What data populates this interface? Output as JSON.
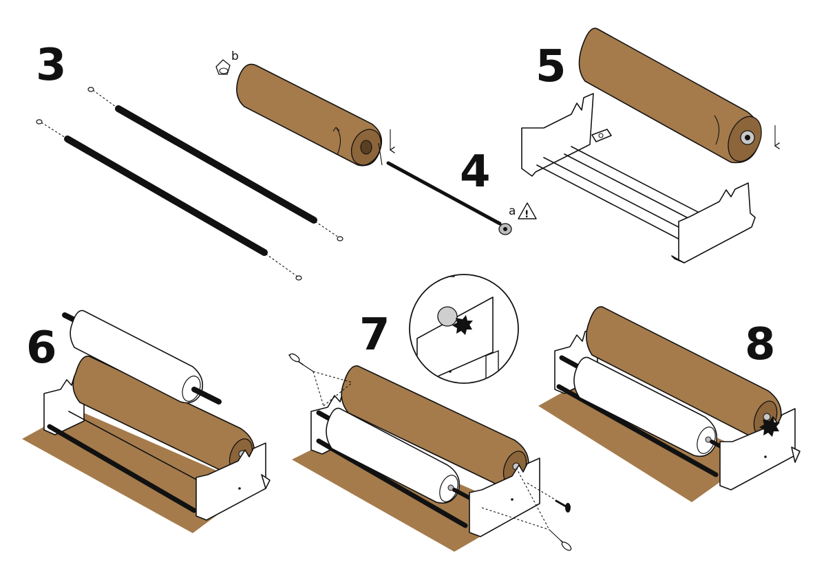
{
  "steps": [
    {
      "number": "3"
    },
    {
      "number": "4"
    },
    {
      "number": "5"
    },
    {
      "number": "6"
    },
    {
      "number": "7"
    },
    {
      "number": "8"
    }
  ],
  "callouts": {
    "a": "a",
    "b": "b",
    "warning": "!"
  },
  "colors": {
    "kraft": "#a57b4c",
    "kraft_dark": "#8d653a",
    "sheet": "#a57b4c",
    "ink": "#111111",
    "white_roll": "#ffffff"
  }
}
